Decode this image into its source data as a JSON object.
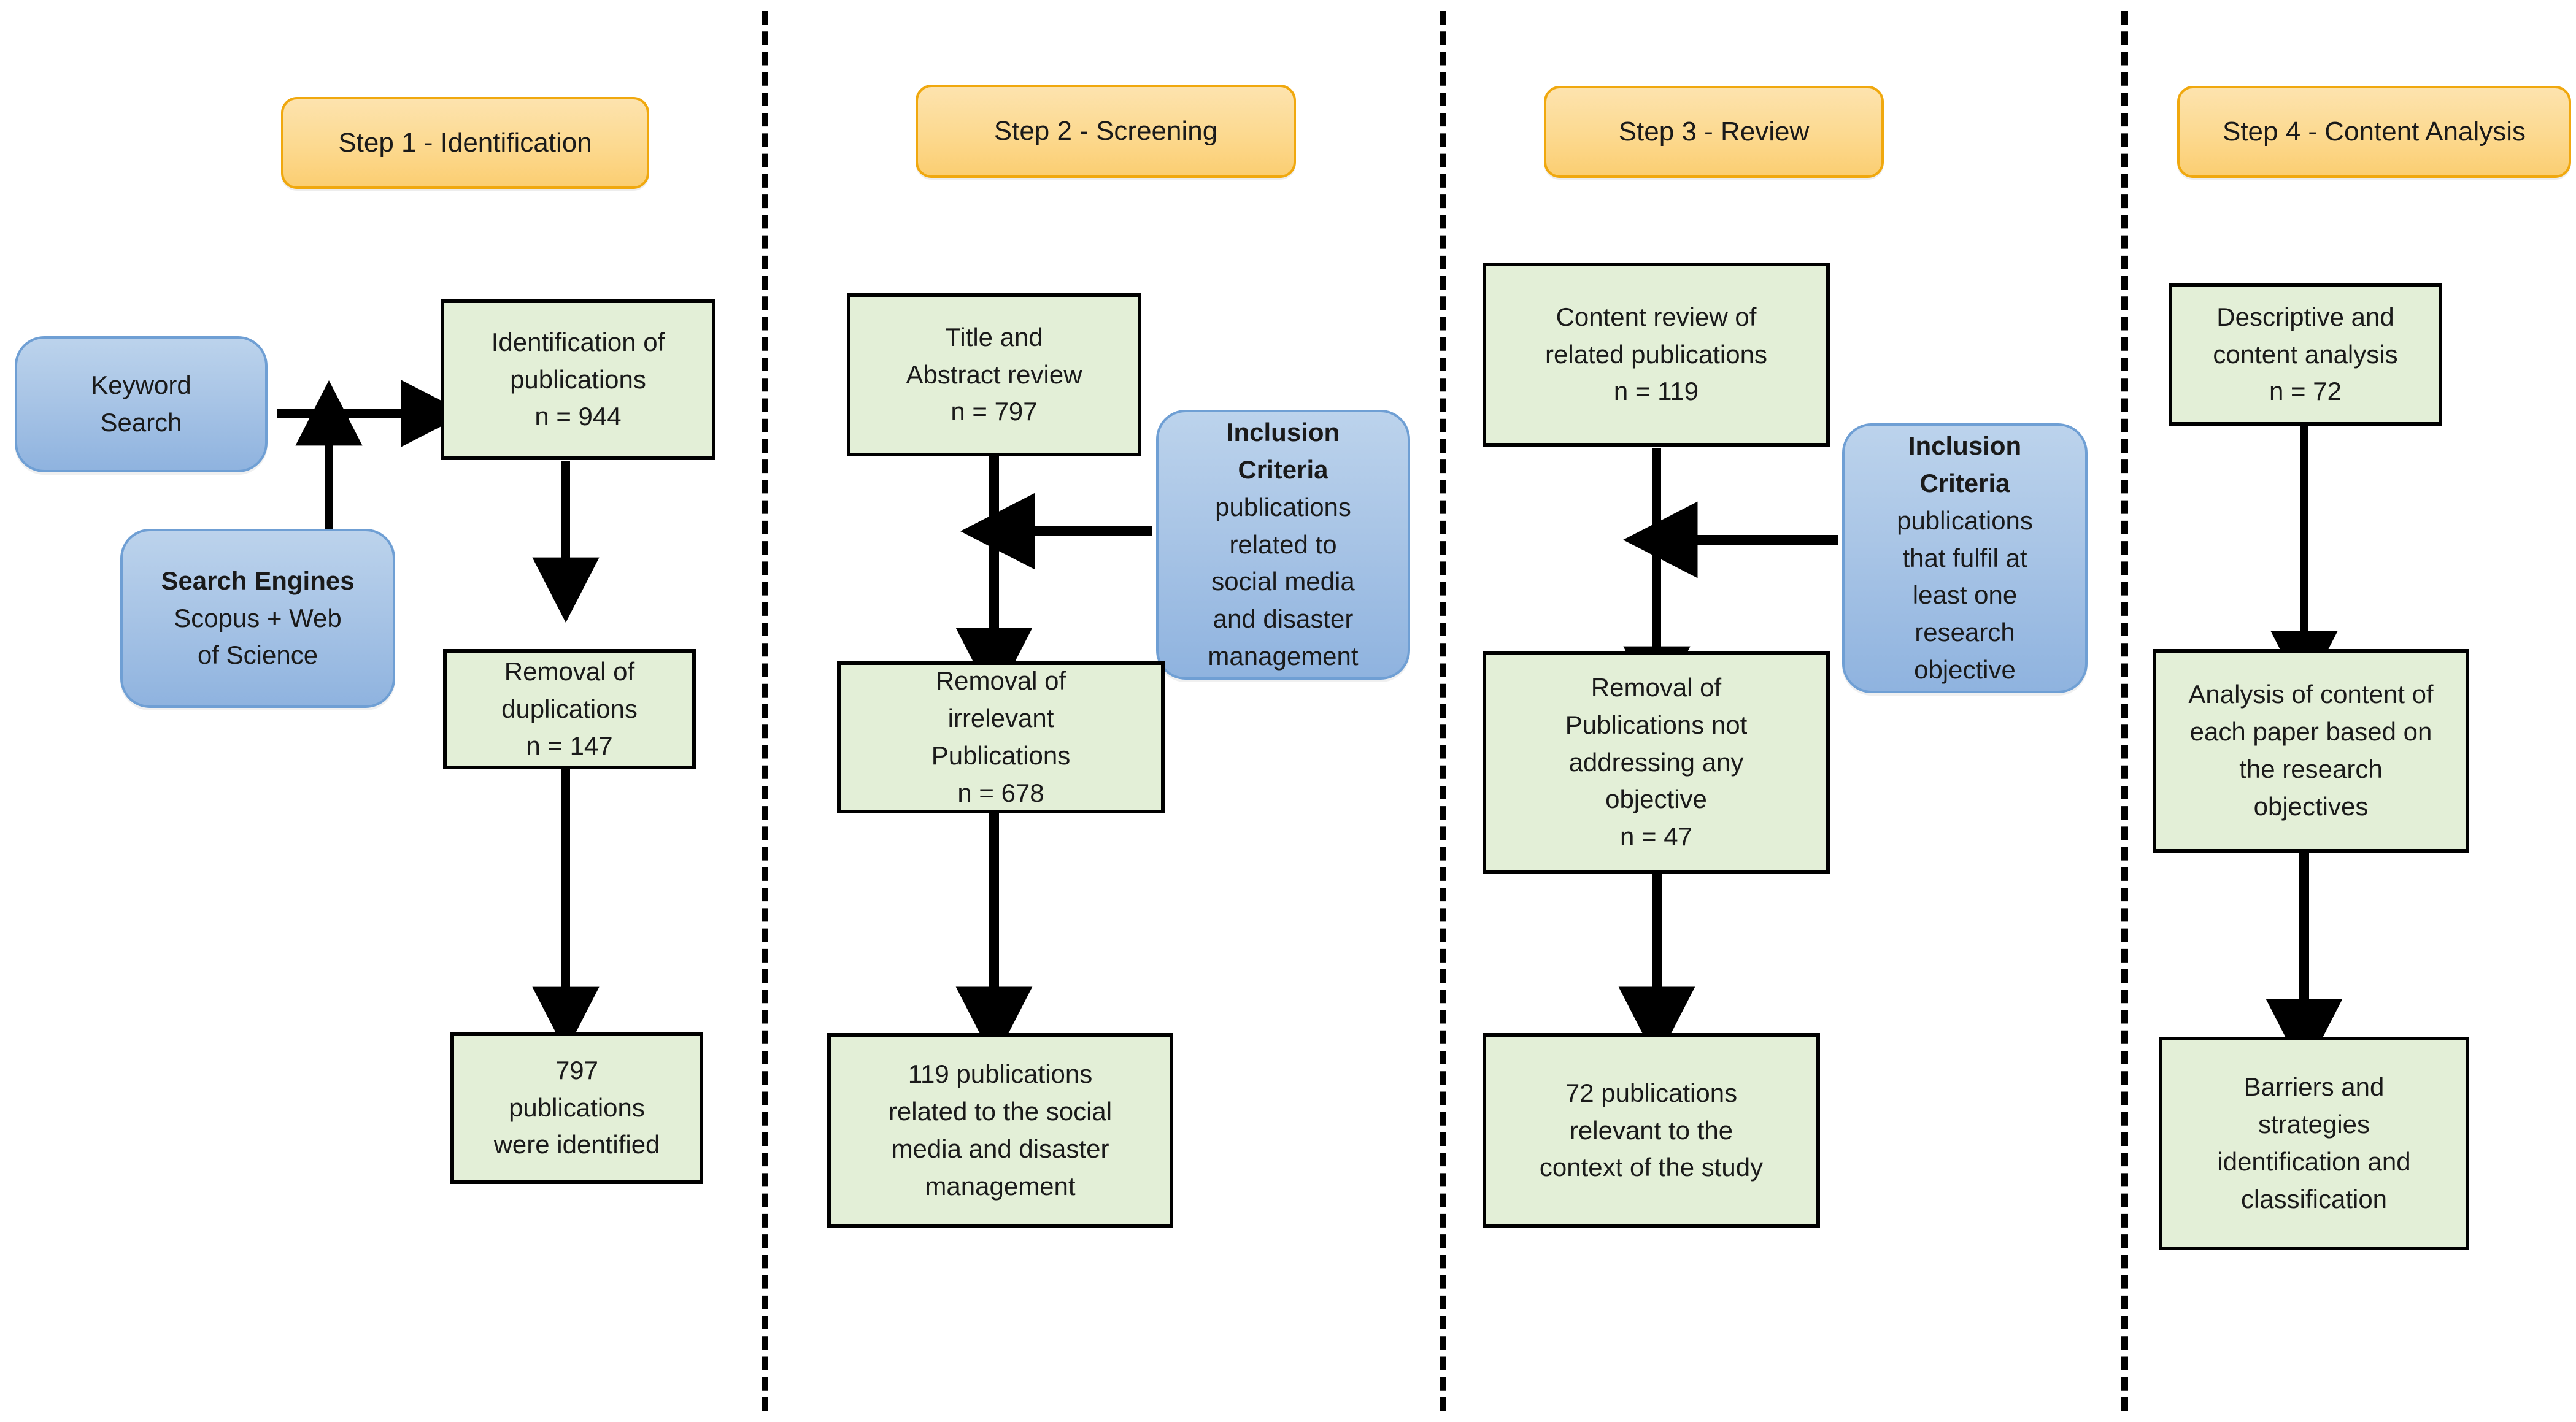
{
  "diagram": {
    "title": "Four-step systematic literature review flow diagram",
    "colors": {
      "step_header_fill": "#FCD98F",
      "step_header_border": "#F0A80E",
      "process_fill": "#E3EFD7",
      "process_border": "#000000",
      "criteria_fill": "#A9C5E6",
      "criteria_border": "#6F9FD4",
      "connector": "#000000",
      "divider": "#000000"
    }
  },
  "columns": [
    {
      "id": "step-1",
      "header": "Step 1 - Identification",
      "nodes": {
        "keyword_search": "Keyword\nSearch",
        "search_engines_title": "Search Engines",
        "search_engines_body": "Scopus + Web\nof Science",
        "identification": "Identification of\npublications\nn = 944",
        "removal_duplications": "Removal of\nduplications\nn = 147",
        "result": "797\npublications\nwere identified"
      }
    },
    {
      "id": "step-2",
      "header": "Step 2 - Screening",
      "nodes": {
        "title_abstract": "Title and\nAbstract review\nn = 797",
        "criteria_title": "Inclusion\nCriteria",
        "criteria_body": "publications\nrelated to\nsocial media\nand disaster\nmanagement",
        "removal_irrelevant": "Removal of\nirrelevant\nPublications\nn = 678",
        "result": "119 publications\nrelated to the social\nmedia and disaster\nmanagement"
      }
    },
    {
      "id": "step-3",
      "header": "Step 3 - Review",
      "nodes": {
        "content_review": "Content review of\nrelated publications\nn = 119",
        "criteria_title": "Inclusion\nCriteria",
        "criteria_body": "publications\nthat fulfil at\nleast one\nresearch\nobjective",
        "removal_not_addressing": "Removal of\nPublications not\naddressing any\nobjective\nn = 47",
        "result": "72 publications\nrelevant to the\ncontext of the study"
      }
    },
    {
      "id": "step-4",
      "header": "Step 4 - Content Analysis",
      "nodes": {
        "descriptive": "Descriptive and\ncontent analysis\nn = 72",
        "analysis_of_content": "Analysis of content of\neach paper based on\nthe research\nobjectives",
        "result": "Barriers and\nstrategies\nidentification and\nclassification"
      }
    }
  ],
  "counts": {
    "identified_total": 944,
    "duplications_removed": 147,
    "after_duplication_removal": 797,
    "title_abstract_reviewed": 797,
    "irrelevant_removed": 678,
    "screening_result": 119,
    "content_reviewed": 119,
    "not_addressing_objective_removed": 47,
    "review_result": 72,
    "content_analysis_total": 72
  }
}
